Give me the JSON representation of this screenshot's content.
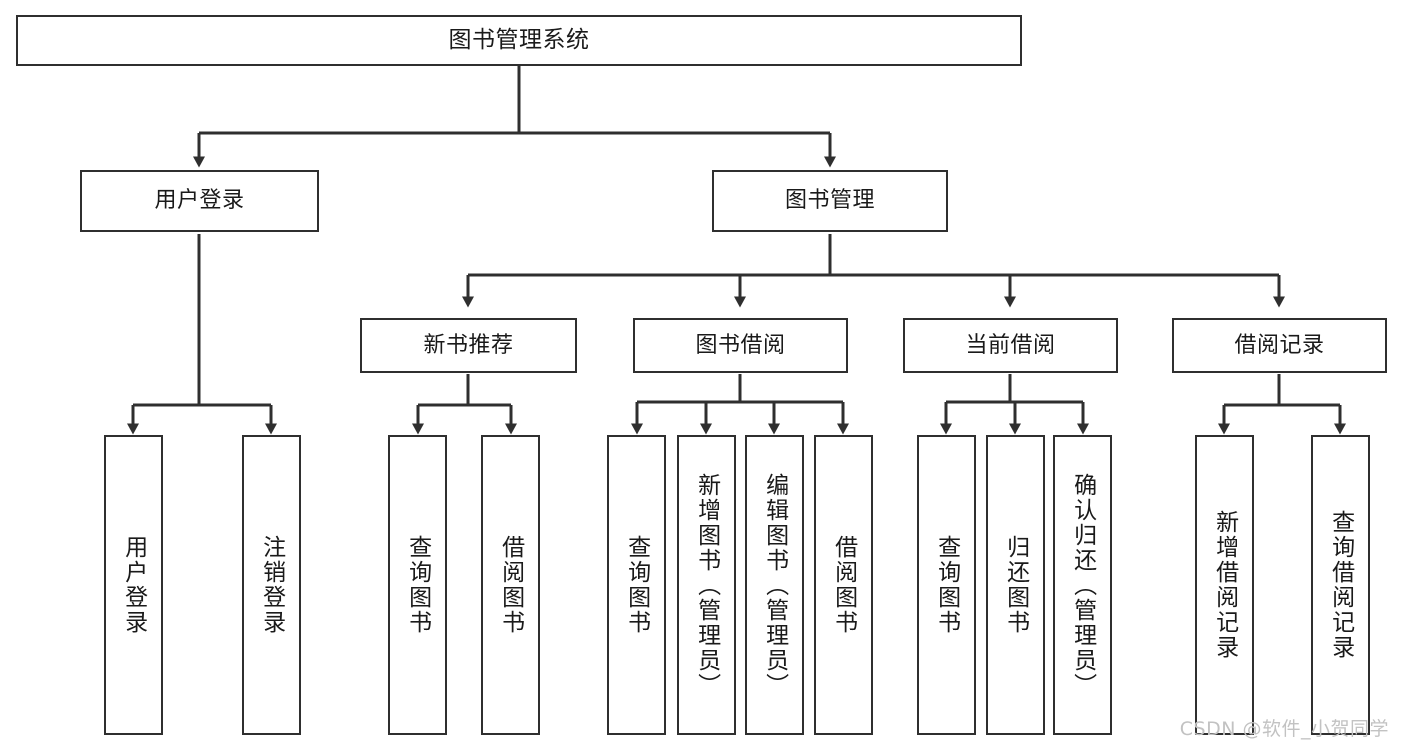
{
  "diagram": {
    "title": "图书管理系统",
    "watermark": "CSDN @软件_小贺同学",
    "stroke_color": "#2f2f2f",
    "fill_color": "#ffffff",
    "text_color": "#1a1a1a",
    "watermark_color": "#c2c2c2"
  },
  "nodes": {
    "root": {
      "label": "图书管理系统"
    },
    "level2": [
      {
        "label": "用户登录"
      },
      {
        "label": "图书管理"
      }
    ],
    "level3": [
      {
        "label": "新书推荐"
      },
      {
        "label": "图书借阅"
      },
      {
        "label": "当前借阅"
      },
      {
        "label": "借阅记录"
      }
    ],
    "leaves": [
      {
        "label": "用户登录"
      },
      {
        "label": "注销登录"
      },
      {
        "label": "查询图书"
      },
      {
        "label": "借阅图书"
      },
      {
        "label": "查询图书"
      },
      {
        "label": "新增图书（管理员）"
      },
      {
        "label": "编辑图书（管理员）"
      },
      {
        "label": "借阅图书"
      },
      {
        "label": "查询图书"
      },
      {
        "label": "归还图书"
      },
      {
        "label": "确认归还（管理员）"
      },
      {
        "label": "新增借阅记录"
      },
      {
        "label": "查询借阅记录"
      }
    ]
  },
  "tree": {
    "root": "图书管理系统",
    "children": [
      {
        "label": "用户登录",
        "children": [
          {
            "label": "用户登录"
          },
          {
            "label": "注销登录"
          }
        ]
      },
      {
        "label": "图书管理",
        "children": [
          {
            "label": "新书推荐",
            "children": [
              {
                "label": "查询图书"
              },
              {
                "label": "借阅图书"
              }
            ]
          },
          {
            "label": "图书借阅",
            "children": [
              {
                "label": "查询图书"
              },
              {
                "label": "新增图书（管理员）"
              },
              {
                "label": "编辑图书（管理员）"
              },
              {
                "label": "借阅图书"
              }
            ]
          },
          {
            "label": "当前借阅",
            "children": [
              {
                "label": "查询图书"
              },
              {
                "label": "归还图书"
              },
              {
                "label": "确认归还（管理员）"
              }
            ]
          },
          {
            "label": "借阅记录",
            "children": [
              {
                "label": "新增借阅记录"
              },
              {
                "label": "查询借阅记录"
              }
            ]
          }
        ]
      }
    ]
  }
}
